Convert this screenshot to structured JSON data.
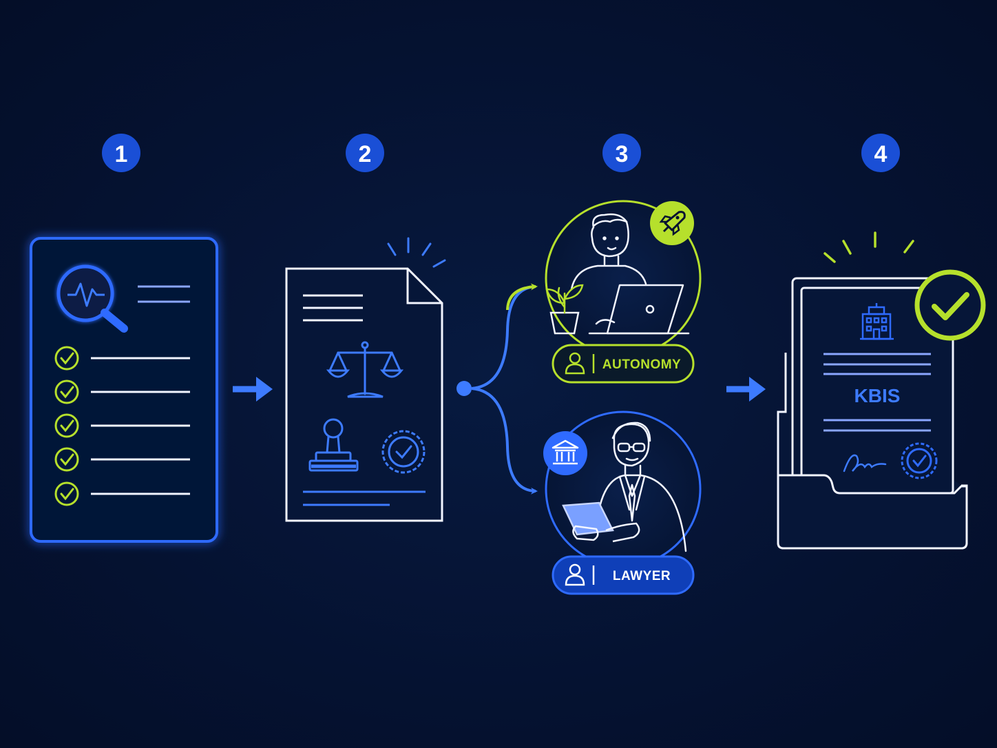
{
  "steps": [
    {
      "number": "1",
      "icon": "checklist-document-icon"
    },
    {
      "number": "2",
      "icon": "legal-document-icon"
    },
    {
      "number": "3",
      "icon": "choice-branch-icon"
    },
    {
      "number": "4",
      "icon": "kbis-certificate-icon"
    }
  ],
  "paths": {
    "autonomy": {
      "label": "AUTONOMY",
      "icon": "rocket-icon",
      "badge_icon": "user-icon"
    },
    "lawyer": {
      "label": "LAWYER",
      "icon": "bank-icon",
      "badge_icon": "user-icon"
    }
  },
  "certificate": {
    "label": "KBIS"
  },
  "colors": {
    "background": "#051231",
    "accent_blue": "#2f6bff",
    "accent_green": "#b6e02c",
    "line_white": "#f2f5ff"
  }
}
